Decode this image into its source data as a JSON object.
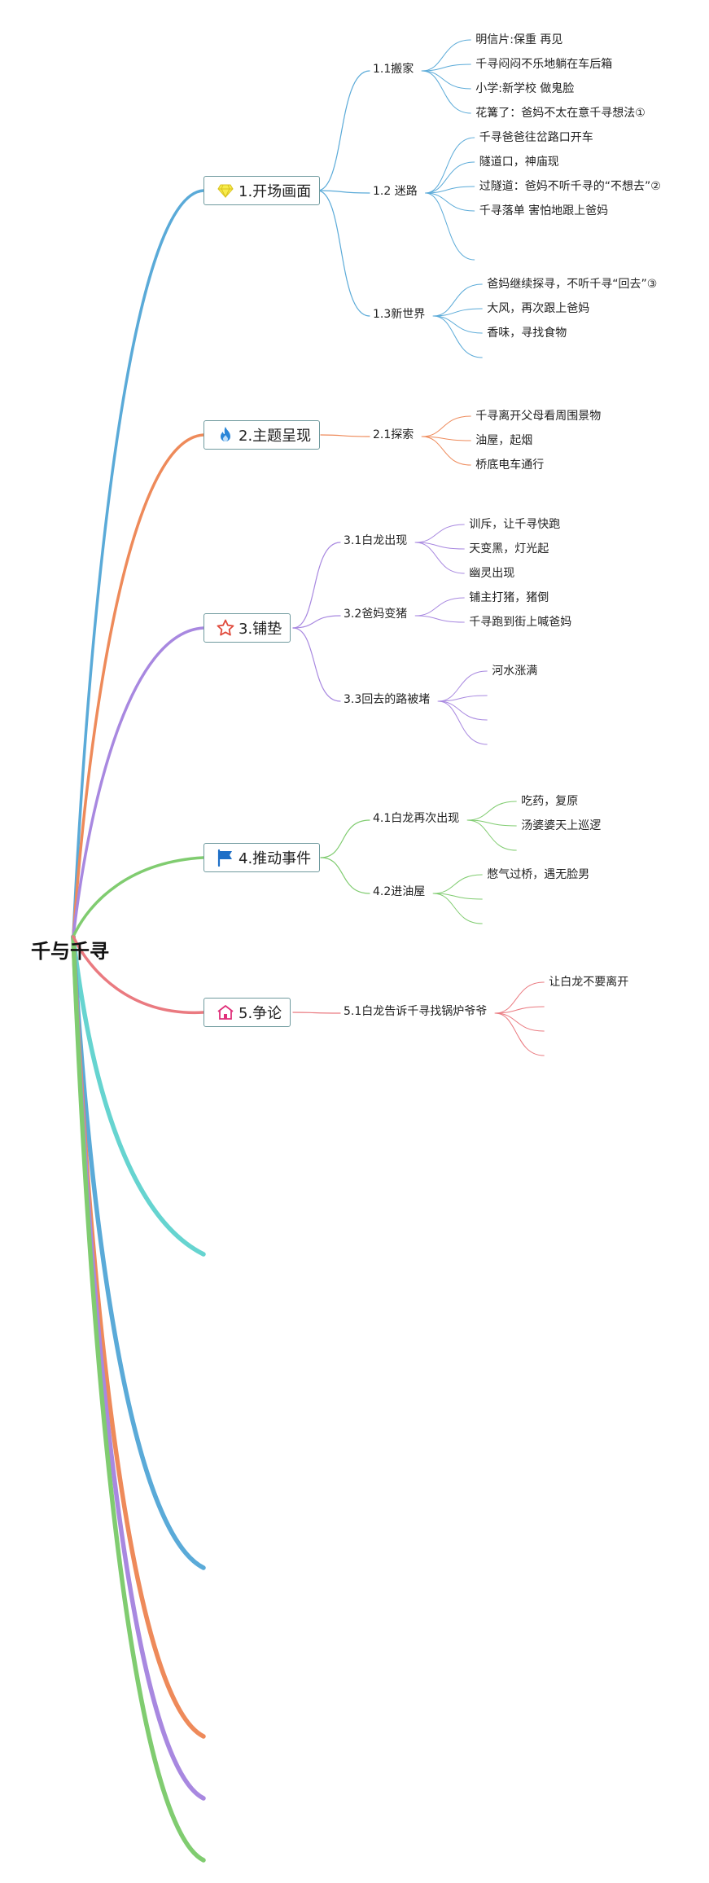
{
  "mindmap": {
    "root": "千与千寻",
    "colors": [
      "#5aaad8",
      "#ee8a5a",
      "#a888e0",
      "#80cc70",
      "#ea7a80",
      "#66d4d0"
    ],
    "icons": [
      "diamond-icon",
      "fire-icon",
      "star-icon",
      "flag-icon",
      "home-icon"
    ],
    "topics": [
      {
        "label": "1.开场画面",
        "subs": [
          {
            "label": "1.1搬家",
            "leaves": [
              "明信片:保重 再见",
              "千寻闷闷不乐地躺在车后箱",
              "小学:新学校 做鬼脸",
              "花篝了：爸妈不太在意千寻想法①"
            ]
          },
          {
            "label": "1.2 迷路",
            "leaves": [
              "千寻爸爸往岔路口开车",
              "隧道口，神庙现",
              "过隧道：爸妈不听千寻的“不想去”②",
              "千寻落单 害怕地跟上爸妈",
              ""
            ]
          },
          {
            "label": "1.3新世界",
            "leaves": [
              "爸妈继续探寻，不听千寻“回去”③",
              "大风，再次跟上爸妈",
              "香味，寻找食物",
              ""
            ]
          }
        ]
      },
      {
        "label": "2.主题呈现",
        "subs": [
          {
            "label": "2.1探索",
            "leaves": [
              "千寻离开父母看周围景物",
              "油屋，起烟",
              "桥底电车通行"
            ]
          }
        ]
      },
      {
        "label": "3.铺垫",
        "subs": [
          {
            "label": "3.1白龙出现",
            "leaves": [
              "训斥，让千寻快跑",
              "天变黑，灯光起",
              "幽灵出现"
            ]
          },
          {
            "label": "3.2爸妈变猪",
            "leaves": [
              "铺主打猪，猪倒",
              "千寻跑到街上喊爸妈"
            ]
          },
          {
            "label": "3.3回去的路被堵",
            "leaves": [
              "河水涨满",
              "",
              "",
              ""
            ]
          }
        ]
      },
      {
        "label": "4.推动事件",
        "subs": [
          {
            "label": "4.1白龙再次出现",
            "leaves": [
              "吃药，复原",
              "汤婆婆天上巡逻",
              ""
            ]
          },
          {
            "label": "4.2进油屋",
            "leaves": [
              "憋气过桥，遇无脸男",
              "",
              ""
            ]
          }
        ]
      },
      {
        "label": "5.争论",
        "subs": [
          {
            "label": "5.1白龙告诉千寻找锅炉爷爷",
            "leaves": [
              "让白龙不要离开",
              "",
              "",
              ""
            ]
          }
        ]
      }
    ]
  }
}
